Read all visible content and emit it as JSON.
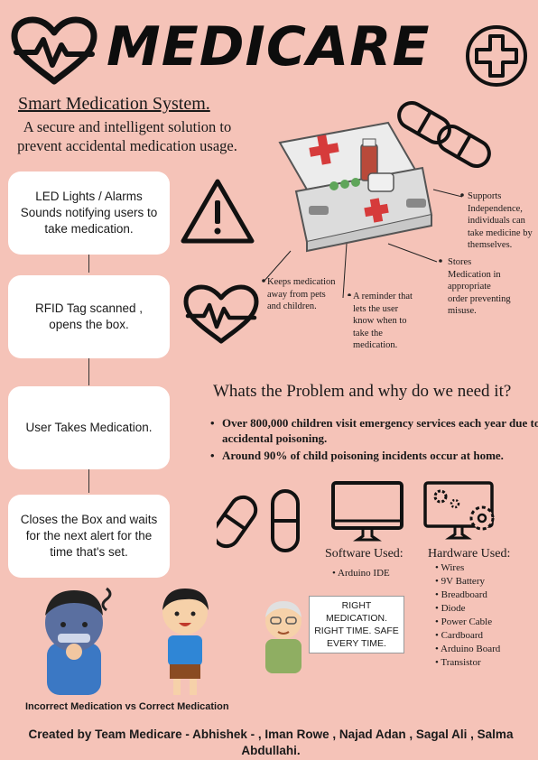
{
  "header": {
    "title": "MEDICARE",
    "subtitle": "Smart Medication System.",
    "description": "A secure and intelligent solution to prevent accidental medication usage."
  },
  "steps": [
    "LED Lights / Alarms Sounds notifying users to take medication.",
    "RFID Tag scanned , opens the box.",
    "User Takes Medication.",
    "Closes the Box and waits for the next alert for the time that's set."
  ],
  "annotations": {
    "keeps": "Keeps medication away from pets and children.",
    "reminder": "A reminder that lets the user know when to take the medication.",
    "stores": "Stores Medication in appropriate order preventing misuse.",
    "supports": "Supports Independence, individuals can take medicine by themselves."
  },
  "problem": {
    "heading": "Whats the Problem and why do we need it?",
    "bullets": [
      "Over 800,000 children visit emergency services each year due to accidental poisoning.",
      "Around 90% of child poisoning incidents occur at home."
    ]
  },
  "software": {
    "title": "Software Used:",
    "items": [
      "Arduino IDE"
    ]
  },
  "hardware": {
    "title": "Hardware Used:",
    "items": [
      "Wires",
      "9V Battery",
      "Breadboard",
      "Diode",
      "Power Cable",
      "Cardboard",
      "Arduino Board",
      "Transistor"
    ]
  },
  "speech_bubble": "RIGHT MEDICATION. RIGHT TIME. SAFE EVERY TIME.",
  "caption": "Incorrect Medication vs Correct Medication",
  "credits": "Created by Team Medicare - Abhishek - , Iman Rowe , Najad Adan , Sagal Ali , Salma Abdullahi.",
  "colors": {
    "background": "#f5c3b8",
    "card": "#ffffff",
    "ink": "#1a1a1a",
    "accent_red": "#d63b3b"
  },
  "icons": [
    "heart-pulse-icon",
    "medical-cross-icon",
    "capsule-icon",
    "warning-icon",
    "first-aid-kit-icon",
    "monitor-icon",
    "gear-monitor-icon"
  ]
}
